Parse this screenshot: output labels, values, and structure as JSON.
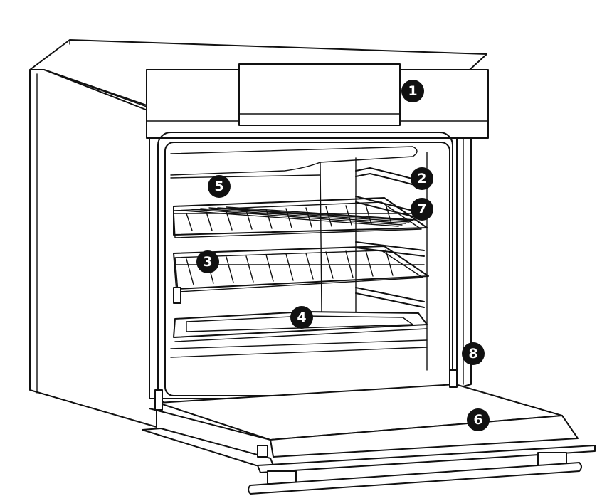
{
  "callouts": [
    {
      "id": "1",
      "label": "1",
      "part": "control-panel"
    },
    {
      "id": "2",
      "label": "2",
      "part": "shelf-runner"
    },
    {
      "id": "3",
      "label": "3",
      "part": "wire-rack"
    },
    {
      "id": "4",
      "label": "4",
      "part": "baking-tray"
    },
    {
      "id": "5",
      "label": "5",
      "part": "cavity-rear-wall"
    },
    {
      "id": "6",
      "label": "6",
      "part": "oven-door"
    },
    {
      "id": "7",
      "label": "7",
      "part": "shelf-level"
    },
    {
      "id": "8",
      "label": "8",
      "part": "door-seal"
    }
  ],
  "colors": {
    "line": "#111111",
    "fill": "#ffffff",
    "badge": "#111111",
    "badge_text": "#ffffff"
  }
}
